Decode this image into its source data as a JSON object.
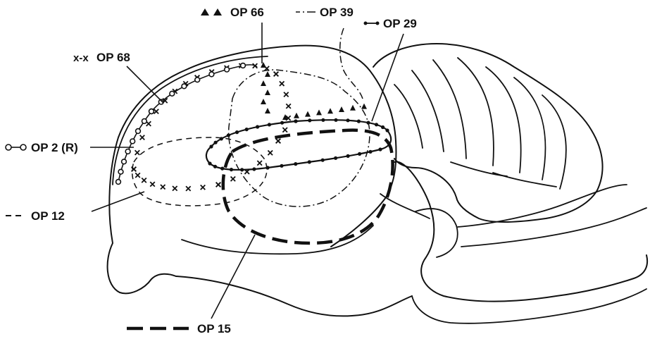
{
  "figure": {
    "legend": [
      {
        "id": "op66",
        "text": "OP 66",
        "symbol": "filled triangles"
      },
      {
        "id": "op39",
        "text": "OP 39",
        "symbol": "dash-dot line"
      },
      {
        "id": "op29",
        "text": "OP 29",
        "symbol": "line with filled dots"
      },
      {
        "id": "op68",
        "text": "OP 68",
        "symbol": "crosses"
      },
      {
        "id": "op2",
        "text": "OP 2 (R)",
        "symbol": "line with open circles"
      },
      {
        "id": "op12",
        "text": "OP 12",
        "symbol": "thin dashed line"
      },
      {
        "id": "op15",
        "text": "OP 15",
        "symbol": "heavy dashed line"
      }
    ]
  }
}
